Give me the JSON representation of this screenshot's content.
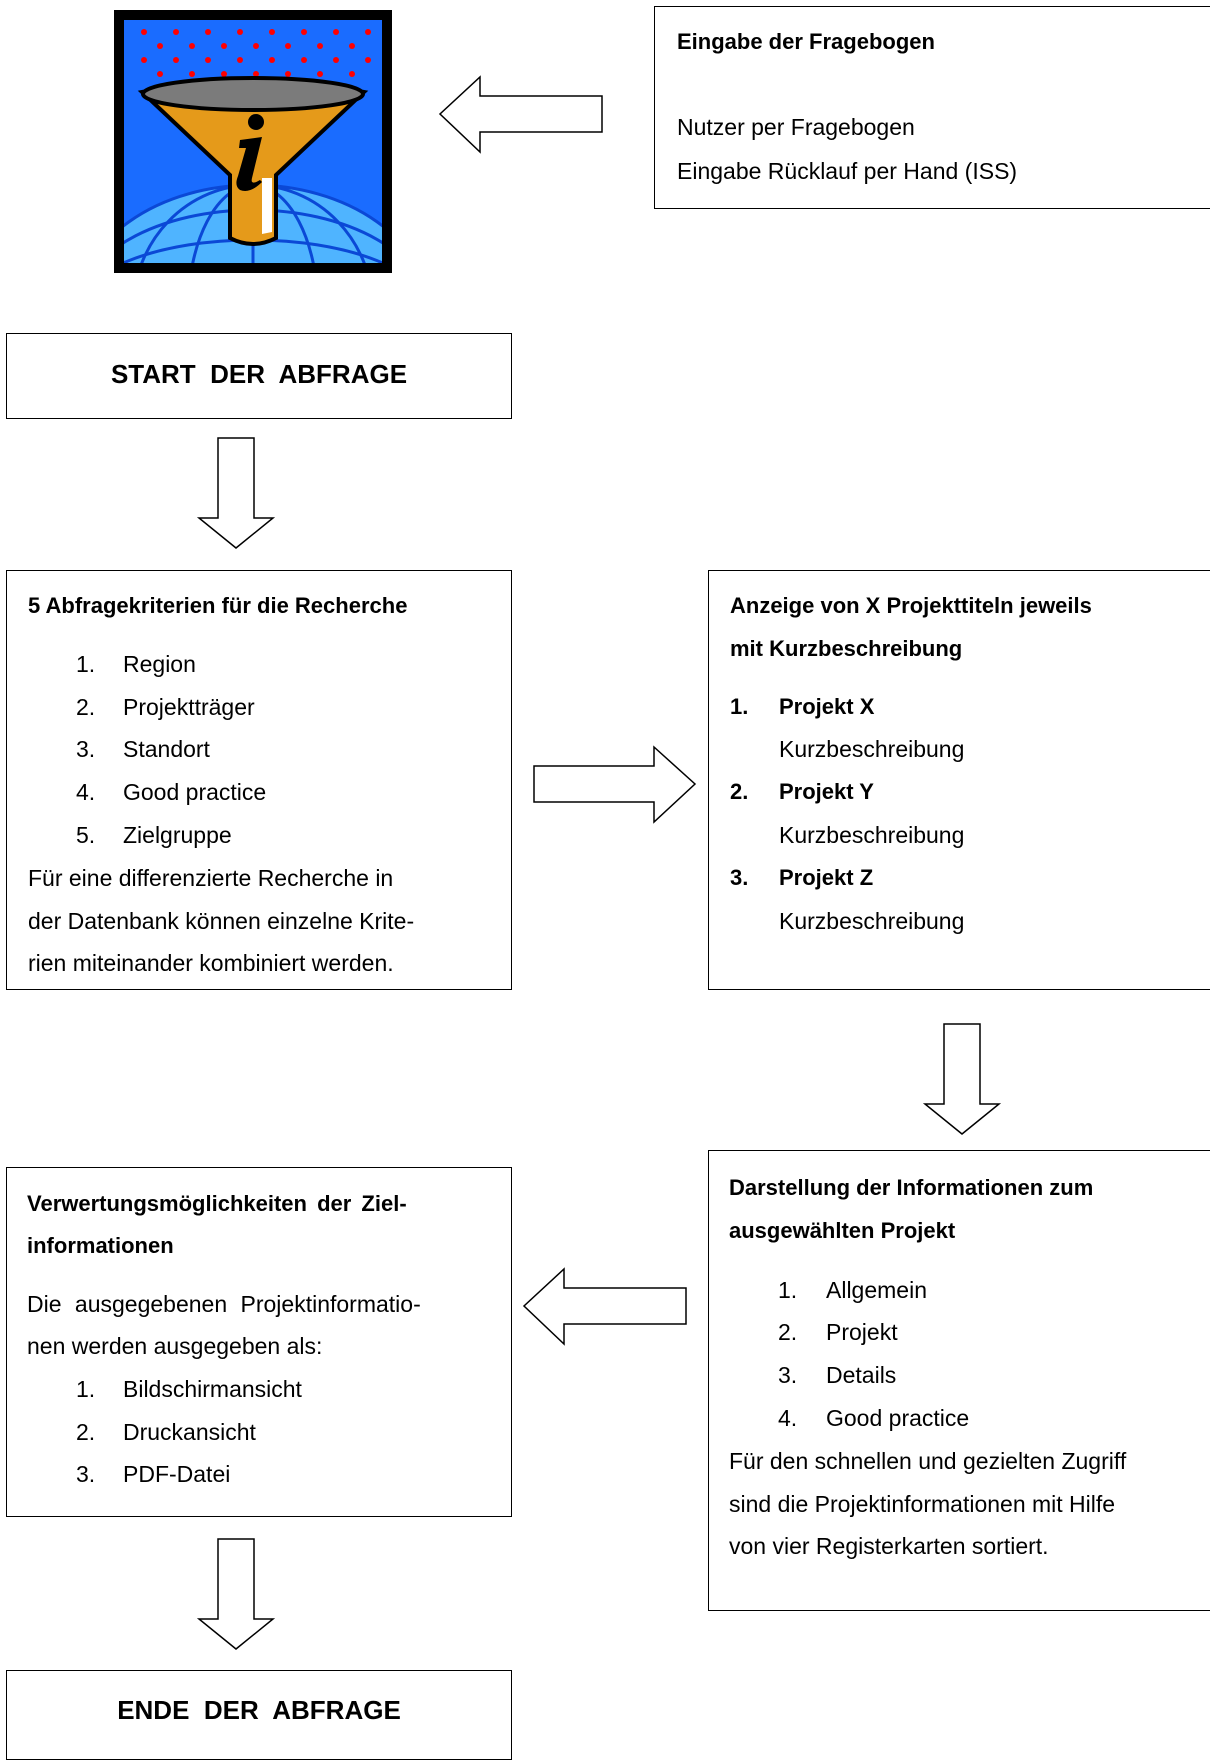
{
  "input_box": {
    "title": "Eingabe der Fragebogen",
    "line1": "Nutzer per Fragebogen",
    "line2": "Eingabe Rücklauf per Hand (ISS)"
  },
  "start": {
    "label": "START  DER  ABFRAGE"
  },
  "criteria": {
    "title": "5 Abfragekriterien für die Recherche",
    "items": [
      "Region",
      "Projektträger",
      "Standort",
      "Good practice",
      "Zielgruppe"
    ],
    "note_lines": [
      "Für eine differenzierte Recherche in",
      "der Datenbank können einzelne Krite-",
      "rien miteinander kombiniert werden."
    ]
  },
  "results": {
    "title_lines": [
      "Anzeige von X Projekttiteln jeweils",
      "mit Kurzbeschreibung"
    ],
    "projects": [
      {
        "name": "Projekt X",
        "desc": "Kurzbeschreibung"
      },
      {
        "name": "Projekt Y",
        "desc": "Kurzbeschreibung"
      },
      {
        "name": "Projekt Z",
        "desc": "Kurzbeschreibung"
      }
    ]
  },
  "display": {
    "title_lines": [
      "Darstellung der Informationen zum",
      "ausgewählten Projekt"
    ],
    "items": [
      "Allgemein",
      "Projekt",
      "Details",
      "Good practice"
    ],
    "note_lines": [
      "Für den schnellen und gezielten Zugriff",
      "sind die Projektinformationen mit Hilfe",
      "von vier Registerkarten sortiert."
    ]
  },
  "usage": {
    "title_lines": [
      "Verwertungsmöglichkeiten der Ziel-",
      "informationen"
    ],
    "intro_lines": [
      "Die ausgegebenen Projektinformatio-",
      "nen werden ausgegeben als:"
    ],
    "items": [
      "Bildschirmansicht",
      "Druckansicht",
      "PDF-Datei"
    ]
  },
  "end": {
    "label": "ENDE  DER  ABFRAGE"
  },
  "colors": {
    "logo_background": "#1a6cff",
    "funnel": "#e59a1a",
    "globe": "#4fb4ff",
    "dots": "#ff0000"
  }
}
